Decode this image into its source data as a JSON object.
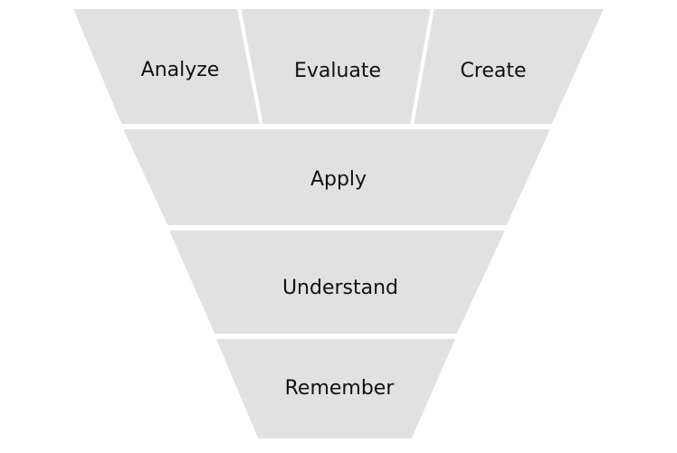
{
  "diagram": {
    "type": "inverted-pyramid",
    "fill_color": "#e1e1e1",
    "separator_color": "#ffffff",
    "text_color": "#111111",
    "top_row": [
      "Analyze",
      "Evaluate",
      "Create"
    ],
    "levels": [
      "Apply",
      "Understand",
      "Remember"
    ]
  }
}
